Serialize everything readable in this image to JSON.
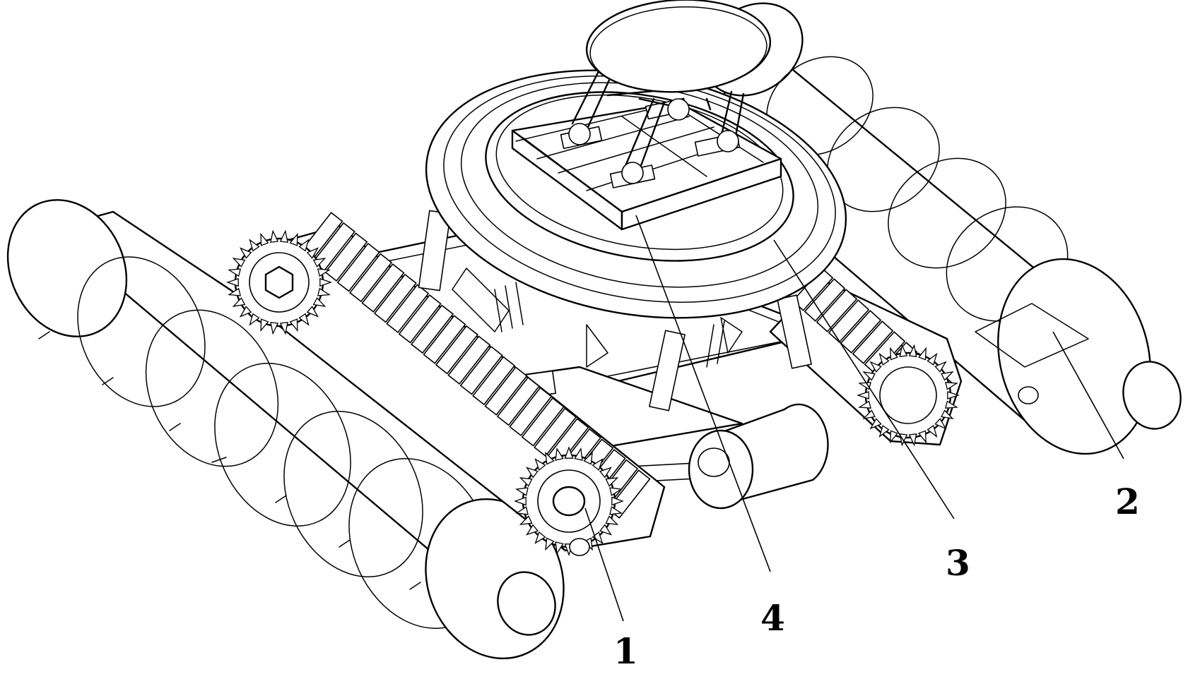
{
  "figure": {
    "callouts": [
      {
        "id": "callout-1",
        "label": "1"
      },
      {
        "id": "callout-2",
        "label": "2"
      },
      {
        "id": "callout-3",
        "label": "3"
      },
      {
        "id": "callout-4",
        "label": "4"
      }
    ]
  }
}
